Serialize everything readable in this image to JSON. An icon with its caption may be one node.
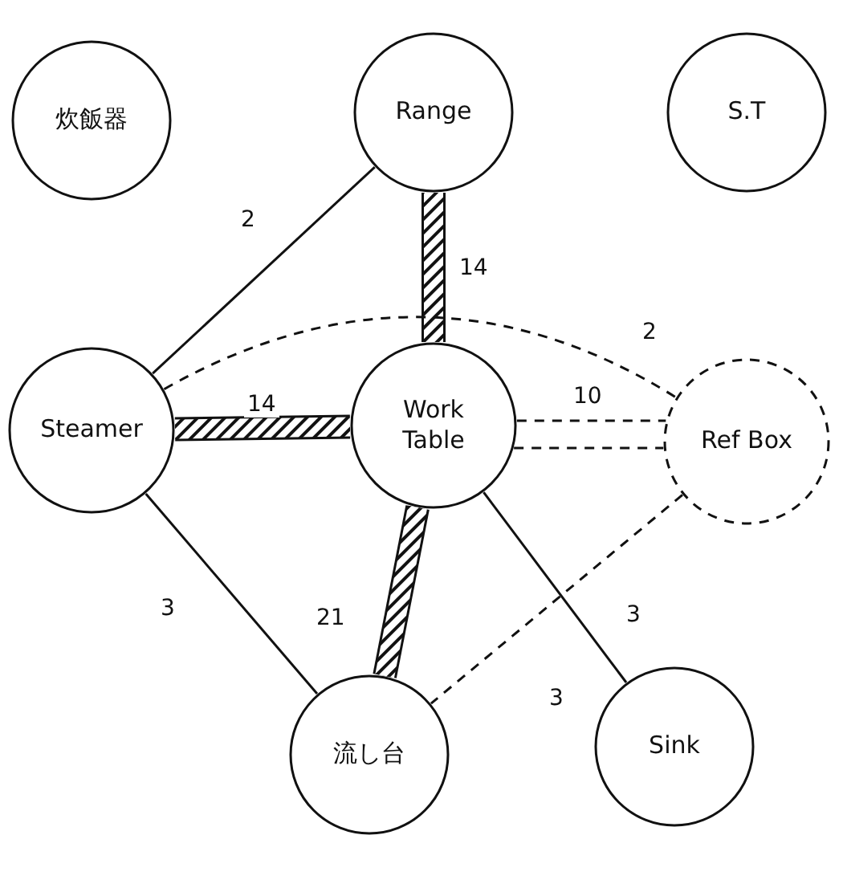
{
  "diagram": {
    "nodes": [
      {
        "text": [
          "炊飯器"
        ]
      },
      {
        "text": [
          "Range"
        ]
      },
      {
        "text": [
          "S.T"
        ]
      },
      {
        "text": [
          "Steamer"
        ]
      },
      {
        "text": [
          "Work Table"
        ]
      },
      {
        "text": [
          "Ref Box"
        ]
      },
      {
        "text": [
          "流し台"
        ]
      },
      {
        "text": [
          "Sink"
        ]
      }
    ],
    "edges": [
      {
        "from": 1,
        "to": 3,
        "arrow": "none",
        "label": "2"
      },
      {
        "from": 1,
        "to": 4,
        "arrow": "none",
        "label": "14",
        "style": "thick"
      },
      {
        "from": 3,
        "to": 5,
        "arrow": "none",
        "label": "2",
        "style": "dashed"
      },
      {
        "from": 3,
        "to": 4,
        "arrow": "none",
        "label": "14",
        "style": "thick"
      },
      {
        "from": 4,
        "to": 5,
        "arrow": "none",
        "label": "10",
        "style": "dashed"
      },
      {
        "from": 3,
        "to": 6,
        "arrow": "none",
        "label": "3"
      },
      {
        "from": 4,
        "to": 6,
        "arrow": "none",
        "label": "21",
        "style": "thick"
      },
      {
        "from": 5,
        "to": 6,
        "arrow": "none",
        "label": "3",
        "style": "dashed"
      },
      {
        "from": 4,
        "to": 7,
        "arrow": "none",
        "label": "3"
      }
    ]
  }
}
